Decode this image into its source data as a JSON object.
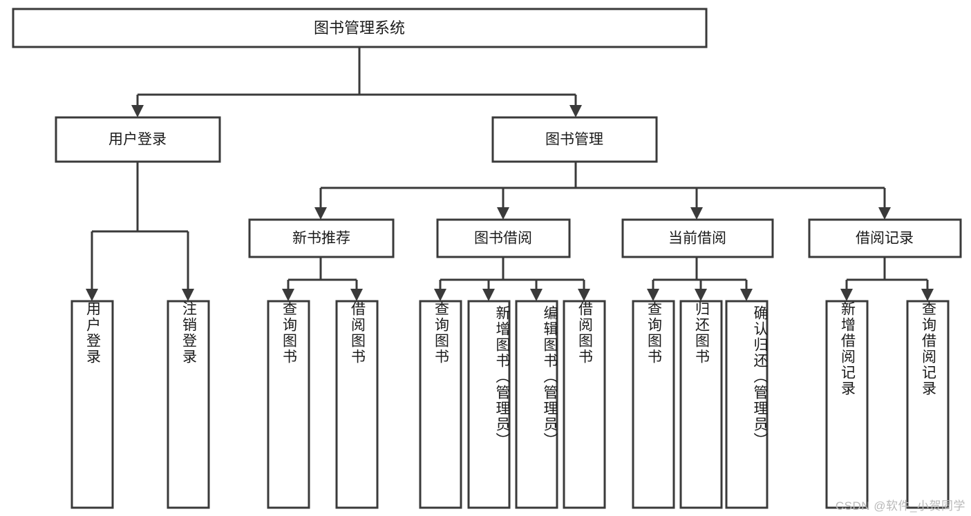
{
  "diagram": {
    "type": "tree-hierarchy",
    "title_node": {
      "label": "图书管理系统"
    },
    "level2": [
      {
        "label": "用户登录"
      },
      {
        "label": "图书管理"
      }
    ],
    "level3": [
      {
        "label": "新书推荐"
      },
      {
        "label": "图书借阅"
      },
      {
        "label": "当前借阅"
      },
      {
        "label": "借阅记录"
      }
    ],
    "leaves": {
      "user_login": [
        {
          "label": "用户登录"
        },
        {
          "label": "注销登录"
        }
      ],
      "new_book_recommend": [
        {
          "label": "查询图书"
        },
        {
          "label": "借阅图书"
        }
      ],
      "book_borrow": [
        {
          "label": "查询图书"
        },
        {
          "label": "新增图书（管理员）"
        },
        {
          "label": "编辑图书（管理员）"
        },
        {
          "label": "借阅图书"
        }
      ],
      "current_borrow": [
        {
          "label": "查询图书"
        },
        {
          "label": "归还图书"
        },
        {
          "label": "确认归还（管理员）"
        }
      ],
      "borrow_record": [
        {
          "label": "新增借阅记录"
        },
        {
          "label": "查询借阅记录"
        }
      ]
    }
  },
  "watermark": {
    "text": "CSDN @软件_小贺同学"
  },
  "colors": {
    "stroke": "#3a3a3a",
    "box_fill": "#ffffff",
    "text": "#1a1a1a",
    "watermark": "#b9b9b9",
    "background": "#ffffff"
  }
}
